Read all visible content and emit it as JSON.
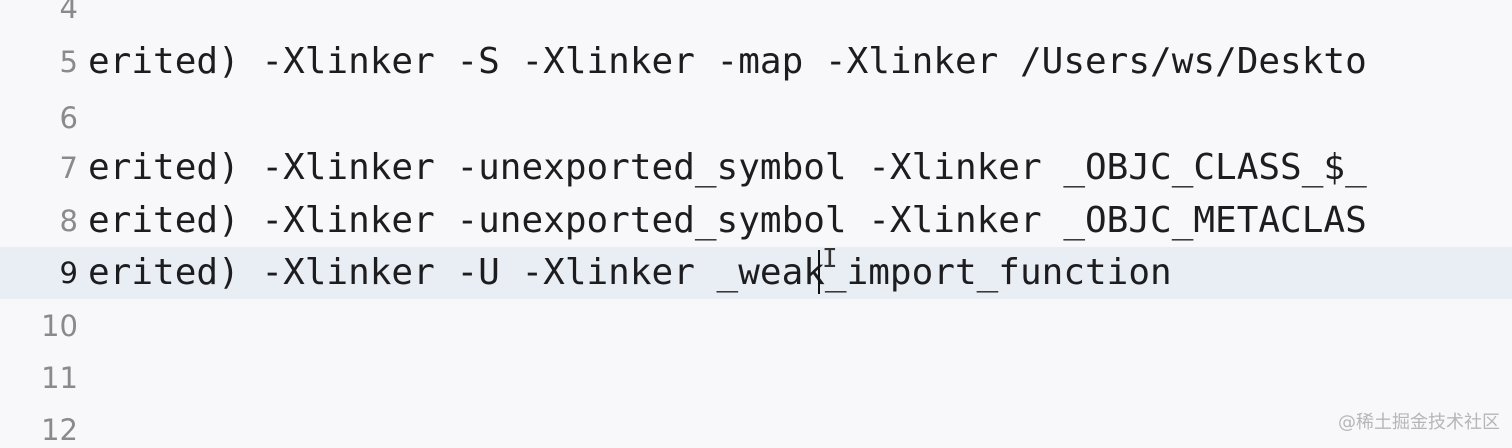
{
  "editor": {
    "lines": [
      {
        "number": "4",
        "code": ""
      },
      {
        "number": "5",
        "code": "erited) -Xlinker -S -Xlinker -map -Xlinker /Users/ws/Deskto"
      },
      {
        "number": "6",
        "code": ""
      },
      {
        "number": "7",
        "code": "erited) -Xlinker -unexported_symbol -Xlinker _OBJC_CLASS_$_"
      },
      {
        "number": "8",
        "code": "erited) -Xlinker -unexported_symbol -Xlinker _OBJC_METACLAS"
      },
      {
        "number": "9",
        "code": "erited) -Xlinker -U -Xlinker _weak_import_function"
      },
      {
        "number": "10",
        "code": ""
      },
      {
        "number": "11",
        "code": ""
      },
      {
        "number": "12",
        "code": ""
      }
    ]
  },
  "watermark": "@稀土掘金技术社区",
  "colors": {
    "background": "#f8f8fa",
    "current_line": "#e9edf4",
    "gutter_text": "#8a8a8e",
    "code_text": "#1d1d1f"
  }
}
